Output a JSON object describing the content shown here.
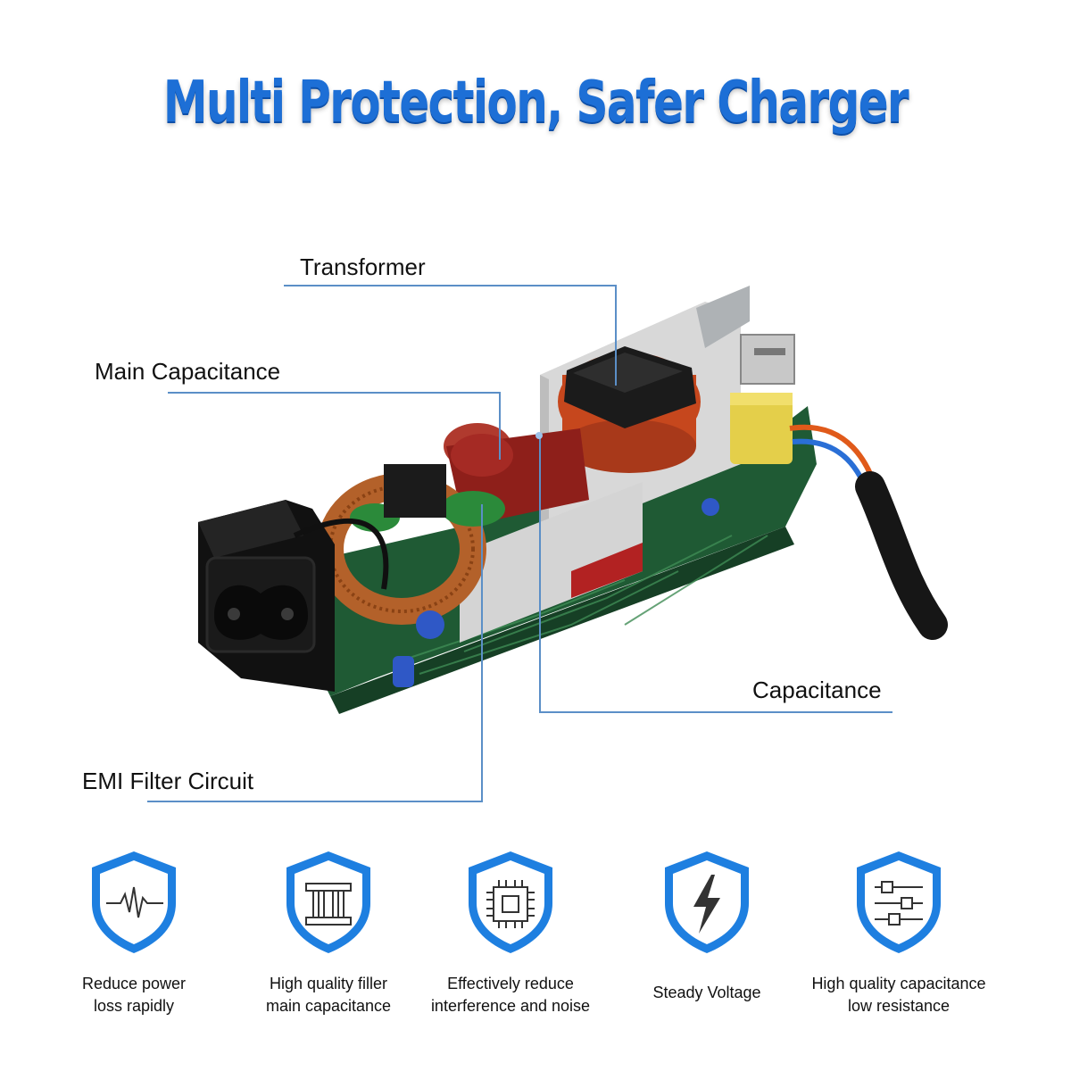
{
  "title": "Multi Protection, Safer Charger",
  "callouts": {
    "transformer": "Transformer",
    "main_capacitance": "Main Capacitance",
    "capacitance": "Capacitance",
    "emi_filter": "EMI Filter Circuit"
  },
  "features": [
    {
      "icon": "pulse-wave-icon",
      "line1": "Reduce power",
      "line2": "loss rapidly"
    },
    {
      "icon": "capacitor-coil-icon",
      "line1": "High quality filler",
      "line2": "main capacitance"
    },
    {
      "icon": "microchip-icon",
      "line1": "Effectively reduce",
      "line2": "interference and noise"
    },
    {
      "icon": "lightning-bolt-icon",
      "line1": "Steady Voltage",
      "line2": ""
    },
    {
      "icon": "slider-resistance-icon",
      "line1": "High quality capacitance",
      "line2": "low resistance"
    }
  ],
  "colors": {
    "title_blue": "#1d6fd6",
    "shield_blue": "#1e7fe0",
    "leader_line": "#5b8fc7",
    "pcb_green": "#1f5a34"
  }
}
